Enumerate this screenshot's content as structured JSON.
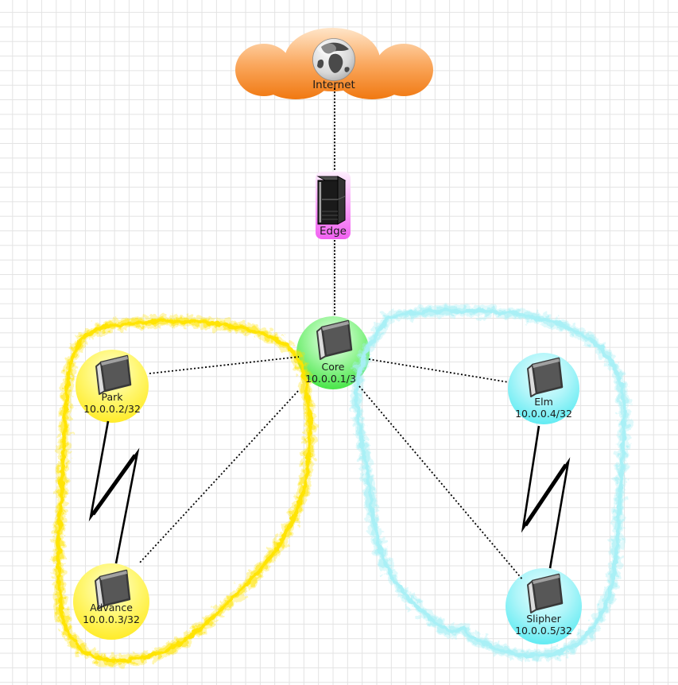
{
  "internet": {
    "label": "Internet",
    "icon": "globe-icon",
    "shape": "cloud",
    "color": "#f0770f"
  },
  "edge": {
    "label": "Edge",
    "icon": "rack-server-icon",
    "highlight": "#f160f1"
  },
  "nodes": [
    {
      "label": "Core",
      "ip": "10.0.0.1/3",
      "icon": "switch-icon",
      "highlight": "#2adf2a",
      "group": null
    },
    {
      "label": "Park",
      "ip": "10.0.0.2/32",
      "icon": "switch-icon",
      "highlight": "#ffe70f",
      "group": "yellow-zone"
    },
    {
      "label": "Advance",
      "ip": "10.0.0.3/32",
      "icon": "switch-icon",
      "highlight": "#ffe70f",
      "group": "yellow-zone"
    },
    {
      "label": "Elm",
      "ip": "10.0.0.4/32",
      "icon": "switch-icon",
      "highlight": "#46e8f0",
      "group": "cyan-zone"
    },
    {
      "label": "Slipher",
      "ip": "10.0.0.5/32",
      "icon": "switch-icon",
      "highlight": "#46e8f0",
      "group": "cyan-zone"
    }
  ],
  "groups": [
    {
      "name": "yellow-zone",
      "color": "#ffe400",
      "style": "hand-drawn-marker",
      "members": [
        "Park",
        "Advance"
      ]
    },
    {
      "name": "cyan-zone",
      "color": "#a8f0f6",
      "style": "hand-drawn-marker",
      "members": [
        "Elm",
        "Slipher"
      ]
    }
  ],
  "links": [
    {
      "from": "Internet",
      "to": "Edge",
      "style": "dotted"
    },
    {
      "from": "Edge",
      "to": "Core",
      "style": "dotted"
    },
    {
      "from": "Core",
      "to": "Park",
      "style": "dotted"
    },
    {
      "from": "Core",
      "to": "Advance",
      "style": "dotted"
    },
    {
      "from": "Core",
      "to": "Elm",
      "style": "dotted"
    },
    {
      "from": "Core",
      "to": "Slipher",
      "style": "dotted"
    },
    {
      "from": "Park",
      "to": "Advance",
      "style": "lightning"
    },
    {
      "from": "Elm",
      "to": "Slipher",
      "style": "lightning"
    }
  ],
  "background": {
    "style": "grid",
    "grid_color": "#e3e3e3"
  }
}
